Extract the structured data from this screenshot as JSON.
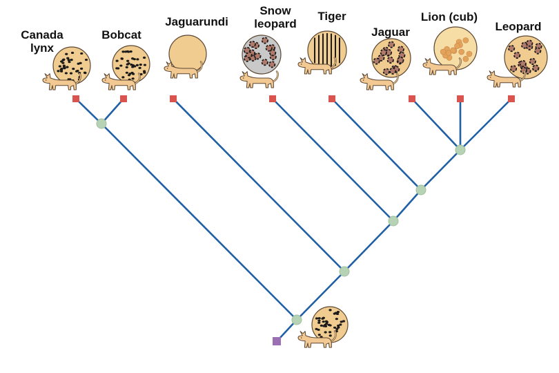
{
  "diagram": {
    "type": "cladogram",
    "colors": {
      "branch": "#1f5fa6",
      "tip_marker": "#d9534f",
      "root_marker": "#9b6fb4",
      "node_marker": "#b7d3b5",
      "cat_body": "#f2c993",
      "cat_outline": "#5a4632",
      "circle_fill": "#f1cc91",
      "snow_leopard_circle": "#c9c9c9",
      "lion_circle": "#f6dca5",
      "spot_dark": "#1b1b1b",
      "rosette_fill": "#b07a6a",
      "lion_spot": "#e3a35a"
    },
    "taxa": [
      {
        "id": "canada-lynx",
        "label": "Canada\nlynx",
        "coat": "spots"
      },
      {
        "id": "bobcat",
        "label": "Bobcat",
        "coat": "spots"
      },
      {
        "id": "jaguarundi",
        "label": "Jaguarundi",
        "coat": "plain"
      },
      {
        "id": "snow-leopard",
        "label": "Snow\nleopard",
        "coat": "rosettes-grey"
      },
      {
        "id": "tiger",
        "label": "Tiger",
        "coat": "stripes"
      },
      {
        "id": "jaguar",
        "label": "Jaguar",
        "coat": "rosettes"
      },
      {
        "id": "lion-cub",
        "label": "Lion (cub)",
        "coat": "faint-spots"
      },
      {
        "id": "leopard",
        "label": "Leopard",
        "coat": "rosettes"
      }
    ],
    "ancestor": {
      "id": "common-ancestor",
      "coat": "spots"
    }
  }
}
